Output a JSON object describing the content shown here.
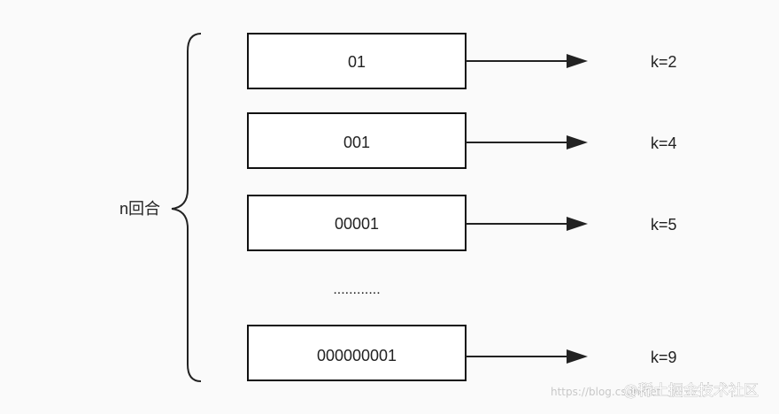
{
  "brace_label": "n回合",
  "rows": [
    {
      "code": "01",
      "k": "k=2"
    },
    {
      "code": "001",
      "k": "k=4"
    },
    {
      "code": "00001",
      "k": "k=5"
    },
    {
      "code": "000000001",
      "k": "k=9"
    }
  ],
  "ellipsis": "............",
  "watermark": {
    "main": "@稀土掘金技术社区",
    "url": "https://blog.csdn.net"
  },
  "colors": {
    "stroke": "#222222",
    "box_fill": "#ffffff",
    "background": "#fafafa"
  }
}
